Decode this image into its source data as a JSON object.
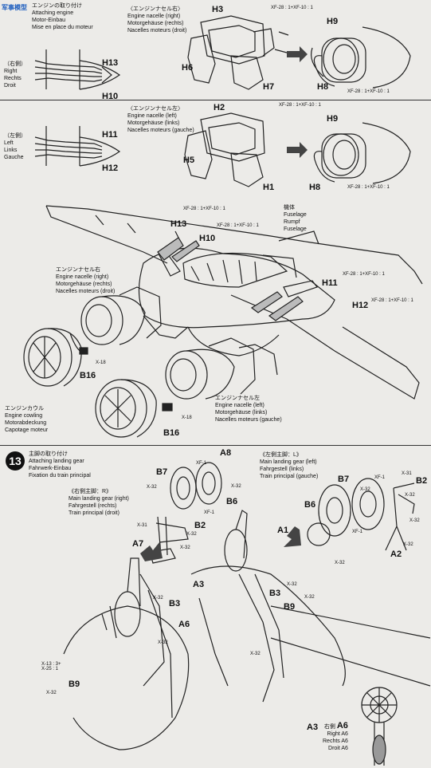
{
  "watermark": "军事模型",
  "engine_install": {
    "jp": "エンジンの取り付け",
    "en": "Attaching engine",
    "de": "Motor-Einbau",
    "fr": "Mise en place du moteur"
  },
  "right_side": {
    "jp": "（右側）",
    "lines": [
      "Right",
      "Rechts",
      "Droit"
    ]
  },
  "left_side": {
    "jp": "（左側）",
    "lines": [
      "Left",
      "Links",
      "Gauche"
    ]
  },
  "nacelle_right": {
    "jp": "〈エンジンナセル右〉",
    "en": "Engine nacelle (right)",
    "de": "Motorgehäuse (rechts)",
    "fr": "Nacelles moteurs (droit)"
  },
  "nacelle_left": {
    "jp": "〈エンジンナセル左〉",
    "en": "Engine nacelle (left)",
    "de": "Motorgehäuse (links)",
    "fr": "Nacelles moteurs (gauche)"
  },
  "nacelle_right_main": {
    "jp": "エンジンナセル右",
    "en": "Engine nacelle (right)",
    "de": "Motorgehäuse (rechts)",
    "fr": "Nacelles moteurs (droit)"
  },
  "nacelle_left_main": {
    "jp": "エンジンナセル左",
    "en": "Engine nacelle (left)",
    "de": "Motorgehäuse (links)",
    "fr": "Nacelles moteurs (gauche)"
  },
  "fuselage": {
    "jp": "機体",
    "lines": [
      "Fuselage",
      "Rumpf",
      "Fuselage"
    ]
  },
  "cowling": {
    "jp": "エンジンカウル",
    "en": "Engine cowling",
    "de": "Motorabdeckung",
    "fr": "Capotage moteur"
  },
  "paints": {
    "xf28_xf10": "XF-28 : 1+XF-10 : 1",
    "xf28_xf10_b": "XF-28 : 1+XF-10 : 1",
    "x18": "X-18",
    "x32": "X-32",
    "x31": "X-31",
    "xf1": "XF-1",
    "x13_x25_a": "X-13 : 3+",
    "x13_x25_b": "X-25 : 1"
  },
  "parts": {
    "H1": "H1",
    "H2": "H2",
    "H3": "H3",
    "H5": "H5",
    "H6": "H6",
    "H7": "H7",
    "H8": "H8",
    "H9": "H9",
    "H10": "H10",
    "H11": "H11",
    "H12": "H12",
    "H13": "H13",
    "B16": "B16",
    "A8": "A8",
    "B7": "B7",
    "B6": "B6",
    "B2": "B2",
    "A7": "A7",
    "A1": "A1",
    "A2": "A2",
    "A3": "A3",
    "B3": "B3",
    "A6": "A6",
    "B9": "B9"
  },
  "step13": {
    "number": "13",
    "jp": "主脚の取り付け",
    "en": "Attaching landing gear",
    "de": "Fahrwerk-Einbau",
    "fr": "Fixation du train principal"
  },
  "gear_right": {
    "jp": "《右側主脚：R》",
    "en": "Main landing gear (right)",
    "de": "Fahrgestell (rechts)",
    "fr": "Train principal (droit)"
  },
  "gear_left": {
    "jp": "《左側主脚：L》",
    "en": "Main landing gear (left)",
    "de": "Fahrgestell (links)",
    "fr": "Train principal (gauche)"
  },
  "a6_note": {
    "jp": "右側",
    "part": "A6",
    "lines": [
      "Right A6",
      "Rechts A6",
      "Droit A6"
    ]
  }
}
